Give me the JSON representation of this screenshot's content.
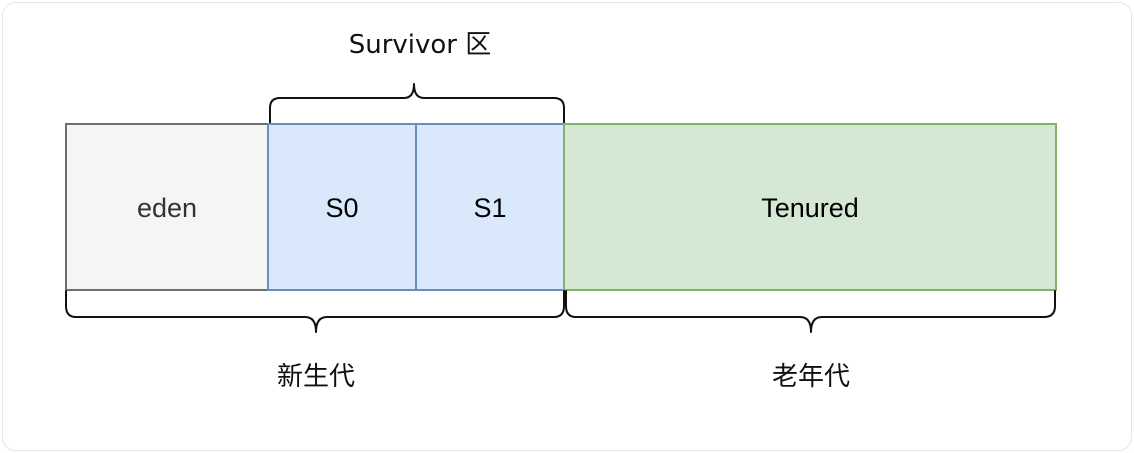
{
  "blocks": {
    "eden": {
      "label": "eden",
      "fill": "#f5f5f5",
      "stroke": "#6f6f6f",
      "text_color": "#333333"
    },
    "s0": {
      "label": "S0",
      "fill": "#dae8fc",
      "stroke": "#6c8ebf",
      "text_color": "#000000"
    },
    "s1": {
      "label": "S1",
      "fill": "#dae8fc",
      "stroke": "#6c8ebf",
      "text_color": "#000000"
    },
    "tenured": {
      "label": "Tenured",
      "fill": "#d5e8d4",
      "stroke": "#82b366",
      "text_color": "#000000"
    }
  },
  "groups": {
    "survivor": {
      "label": "Survivor 区"
    },
    "young_gen": {
      "label": "新生代"
    },
    "old_gen": {
      "label": "老年代"
    }
  }
}
